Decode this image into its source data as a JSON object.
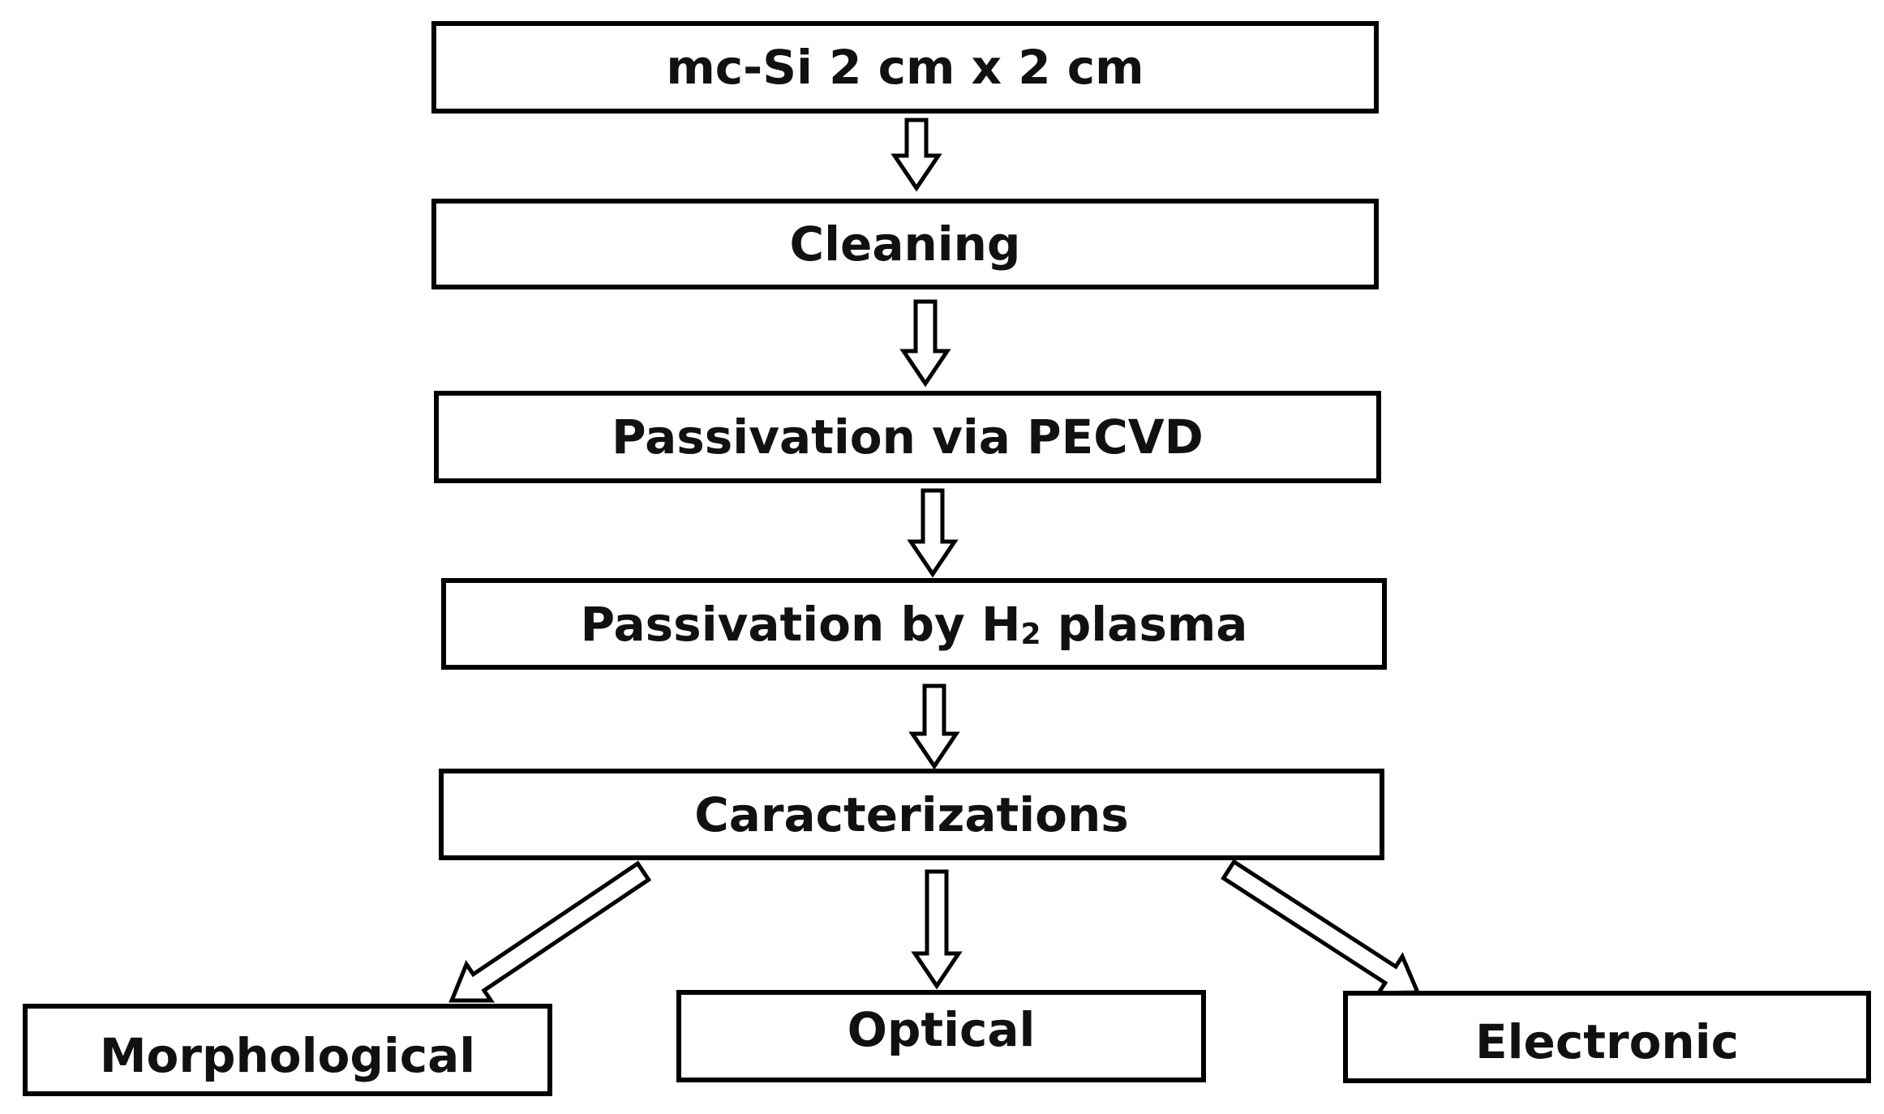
{
  "diagram": {
    "steps": [
      {
        "id": "sample",
        "label": "mc-Si 2 cm x 2 cm"
      },
      {
        "id": "cleaning",
        "label": "Cleaning"
      },
      {
        "id": "pecvd",
        "label": "Passivation via PECVD"
      },
      {
        "id": "h2",
        "label_before": "Passivation by H",
        "label_sub": "2",
        "label_after": " plasma"
      },
      {
        "id": "characterizations",
        "label": "Caracterizations"
      }
    ],
    "outputs": [
      {
        "id": "morphological",
        "label": "Morphological"
      },
      {
        "id": "optical",
        "label": "Optical"
      },
      {
        "id": "electronic",
        "label": "Electronic"
      }
    ],
    "edges": [
      [
        "sample",
        "cleaning"
      ],
      [
        "cleaning",
        "pecvd"
      ],
      [
        "pecvd",
        "h2"
      ],
      [
        "h2",
        "characterizations"
      ],
      [
        "characterizations",
        "morphological"
      ],
      [
        "characterizations",
        "optical"
      ],
      [
        "characterizations",
        "electronic"
      ]
    ],
    "colors": {
      "stroke": "#000000",
      "fill": "#ffffff",
      "text": "#111111"
    }
  }
}
